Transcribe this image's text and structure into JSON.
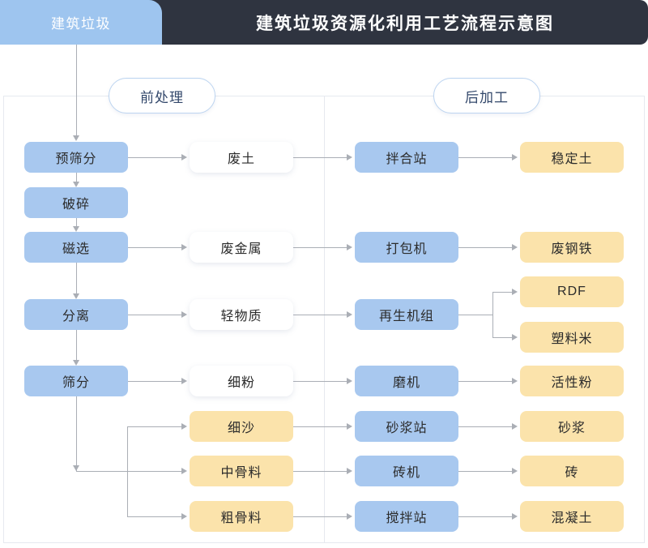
{
  "header": {
    "title": "建筑垃圾资源化利用工艺流程示意图",
    "source_tab": "建筑垃圾",
    "bar_color": "#2f3440",
    "tab_color": "#9ec5ef"
  },
  "stages": {
    "pre_label": "前处理",
    "post_label": "后加工"
  },
  "palette": {
    "process_blue": "#a8c8ef",
    "product_yellow": "#fbe3ab",
    "material_white": "#ffffff",
    "connector_gray": "#aaaeb5",
    "panel_border": "#e6e9ef"
  },
  "nodes": {
    "pre_process": [
      {
        "id": "preScreen",
        "label": "预筛分"
      },
      {
        "id": "crush",
        "label": "破碎"
      },
      {
        "id": "magnetic",
        "label": "磁选"
      },
      {
        "id": "separate",
        "label": "分离"
      },
      {
        "id": "screen",
        "label": "筛分"
      }
    ],
    "intermediates": [
      {
        "id": "wasteSoil",
        "label": "废土"
      },
      {
        "id": "wasteMetal",
        "label": "废金属"
      },
      {
        "id": "lightMat",
        "label": "轻物质"
      },
      {
        "id": "finePowder",
        "label": "细粉"
      },
      {
        "id": "fineSand",
        "label": "细沙"
      },
      {
        "id": "midAgg",
        "label": "中骨料"
      },
      {
        "id": "coarseAgg",
        "label": "粗骨料"
      }
    ],
    "equipment": [
      {
        "id": "mixStation",
        "label": "拌合站"
      },
      {
        "id": "baler",
        "label": "打包机"
      },
      {
        "id": "regenUnit",
        "label": "再生机组"
      },
      {
        "id": "mill",
        "label": "磨机"
      },
      {
        "id": "mortarPlant",
        "label": "砂浆站"
      },
      {
        "id": "brickMachine",
        "label": "砖机"
      },
      {
        "id": "batchPlant",
        "label": "搅拌站"
      }
    ],
    "products": [
      {
        "id": "stabSoil",
        "label": "稳定土"
      },
      {
        "id": "scrapSteel",
        "label": "废钢铁"
      },
      {
        "id": "rdf",
        "label": "RDF"
      },
      {
        "id": "plasticRice",
        "label": "塑料米"
      },
      {
        "id": "activePow",
        "label": "活性粉"
      },
      {
        "id": "mortar",
        "label": "砂浆"
      },
      {
        "id": "brick",
        "label": "砖"
      },
      {
        "id": "concrete",
        "label": "混凝土"
      }
    ]
  }
}
